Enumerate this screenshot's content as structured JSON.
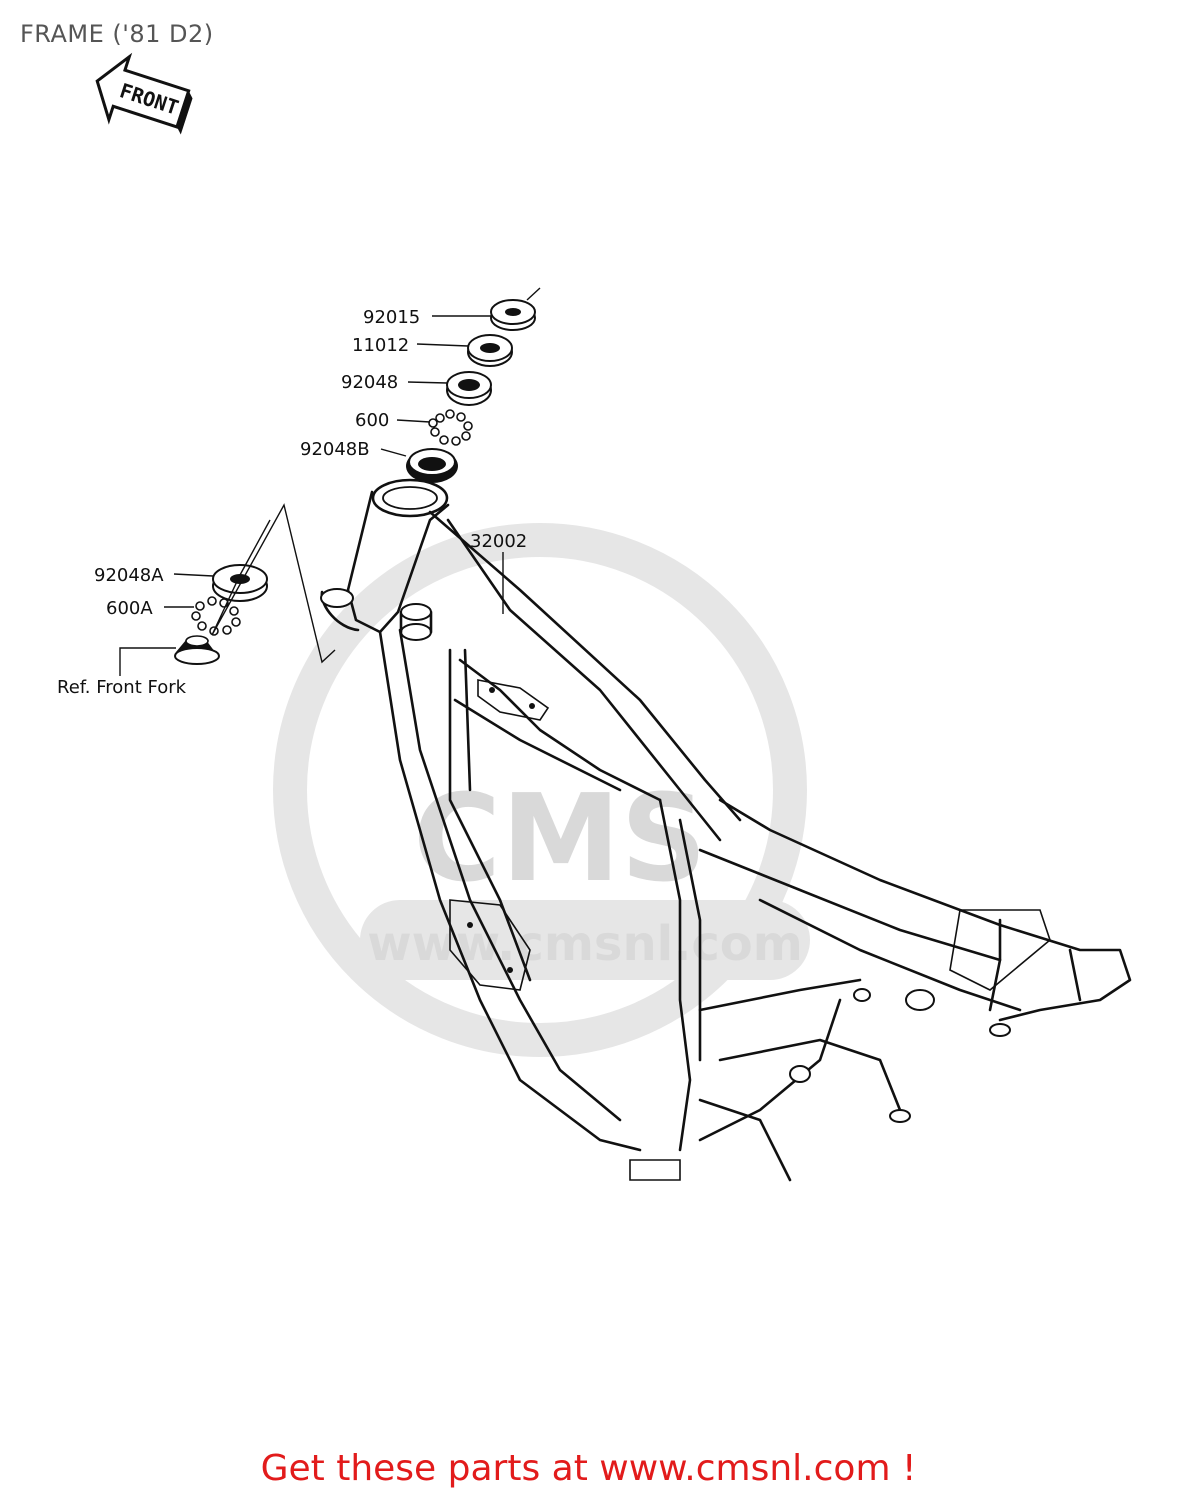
{
  "title": "FRAME ('81 D2)",
  "front_badge": "FRONT",
  "watermark": {
    "logo": "CMS",
    "url": "www.cmsnl.com"
  },
  "parts": {
    "p92015": "92015",
    "p11012": "11012",
    "p92048": "92048",
    "p600": "600",
    "p92048B": "92048B",
    "p32002": "32002",
    "p92048A": "92048A",
    "p600A": "600A",
    "ref_front_fork": "Ref.  Front Fork"
  },
  "footer": {
    "text": "Get these parts at www.cmsnl.com !"
  },
  "colors": {
    "footer": "#e21b1b",
    "title": "#555555",
    "watermark": "#d9d9d9"
  }
}
